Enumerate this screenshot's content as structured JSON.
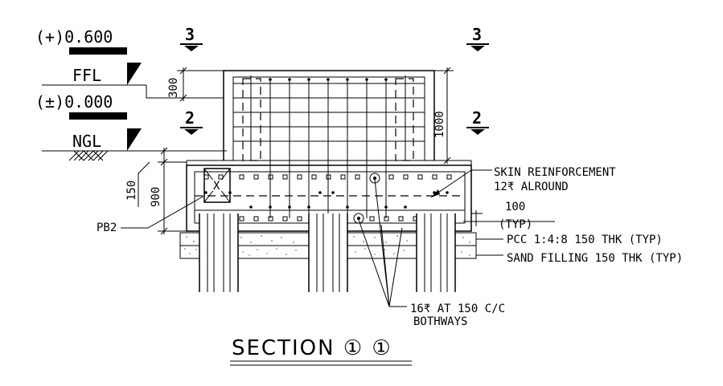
{
  "levels": {
    "ffl_value": "(+)0.600",
    "ffl_label": "FFL",
    "ngl_value": "(±)0.000",
    "ngl_label": "NGL"
  },
  "section_marks": {
    "mark_3_left": "3",
    "mark_3_right": "3",
    "mark_2_left": "2",
    "mark_2_right": "2"
  },
  "dimensions": {
    "d300": "300",
    "d1000": "1000",
    "d150": "150",
    "d900": "900",
    "d100": "100",
    "typ": "(TYP)"
  },
  "labels": {
    "pb2": "PB2",
    "skin_line1": "SKIN REINFORCEMENT",
    "skin_line2": "12₹ ALROUND",
    "pcc": "PCC 1:4:8 150 THK (TYP)",
    "sand": "SAND FILLING 150 THK (TYP)",
    "bars_line1": "16₹ AT 150 C/C",
    "bars_line2": "BOTHWAYS",
    "x_mark": "X"
  },
  "title": "SECTION ① ①"
}
